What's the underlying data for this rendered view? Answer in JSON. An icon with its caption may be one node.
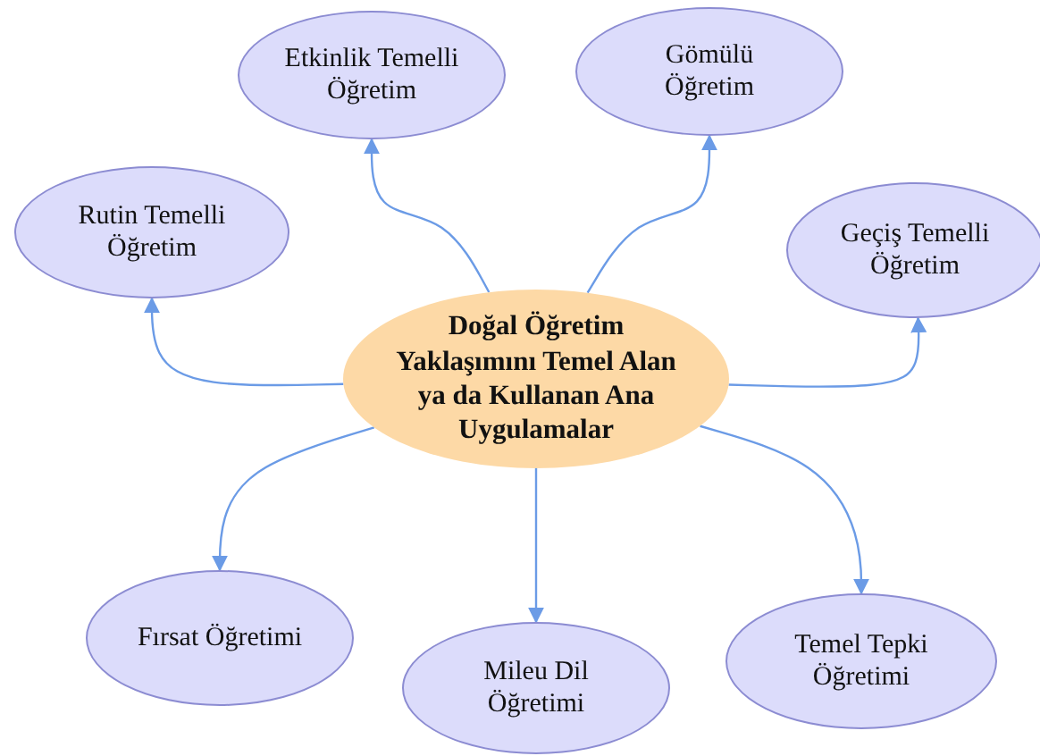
{
  "diagram": {
    "nodes": [
      {
        "text": [
          "Doğal Öğretim Yaklaşımını Temel Alan ya da Kullanan Ana Uygulamalar"
        ]
      },
      {
        "text": [
          "Rutin Temelli Öğretim"
        ]
      },
      {
        "text": [
          "Etkinlik Temelli Öğretim"
        ]
      },
      {
        "text": [
          "Gömülü Öğretim"
        ]
      },
      {
        "text": [
          "Geçiş Temelli Öğretim"
        ]
      },
      {
        "text": [
          "Fırsat Öğretimi"
        ]
      },
      {
        "text": [
          "Mileu Dil Öğretimi"
        ]
      },
      {
        "text": [
          "Temel Tepki Öğretimi"
        ]
      }
    ],
    "edges": [
      {
        "from": 0,
        "to": 1,
        "arrow": "to"
      },
      {
        "from": 0,
        "to": 2,
        "arrow": "to"
      },
      {
        "from": 0,
        "to": 3,
        "arrow": "to"
      },
      {
        "from": 0,
        "to": 4,
        "arrow": "to"
      },
      {
        "from": 0,
        "to": 5,
        "arrow": "to"
      },
      {
        "from": 0,
        "to": 6,
        "arrow": "to"
      },
      {
        "from": 0,
        "to": 7,
        "arrow": "to"
      }
    ]
  }
}
